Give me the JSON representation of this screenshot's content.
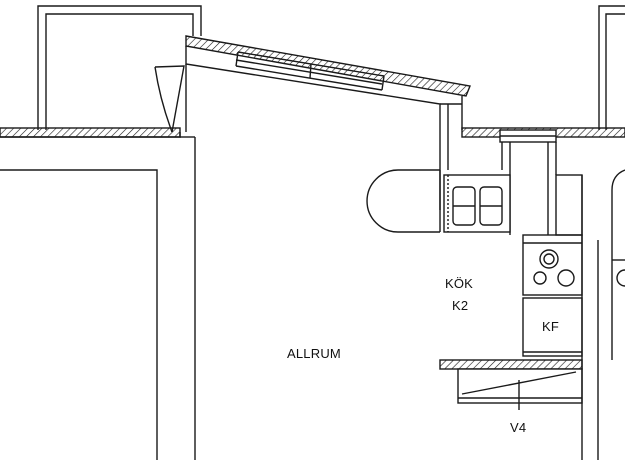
{
  "rooms": {
    "kitchen_name": "KÖK",
    "kitchen_code": "K2",
    "living_room": "ALLRUM",
    "freezer": "KF",
    "wardrobe": "V4"
  },
  "colors": {
    "line": "#1a1a1a",
    "background": "#ffffff"
  }
}
